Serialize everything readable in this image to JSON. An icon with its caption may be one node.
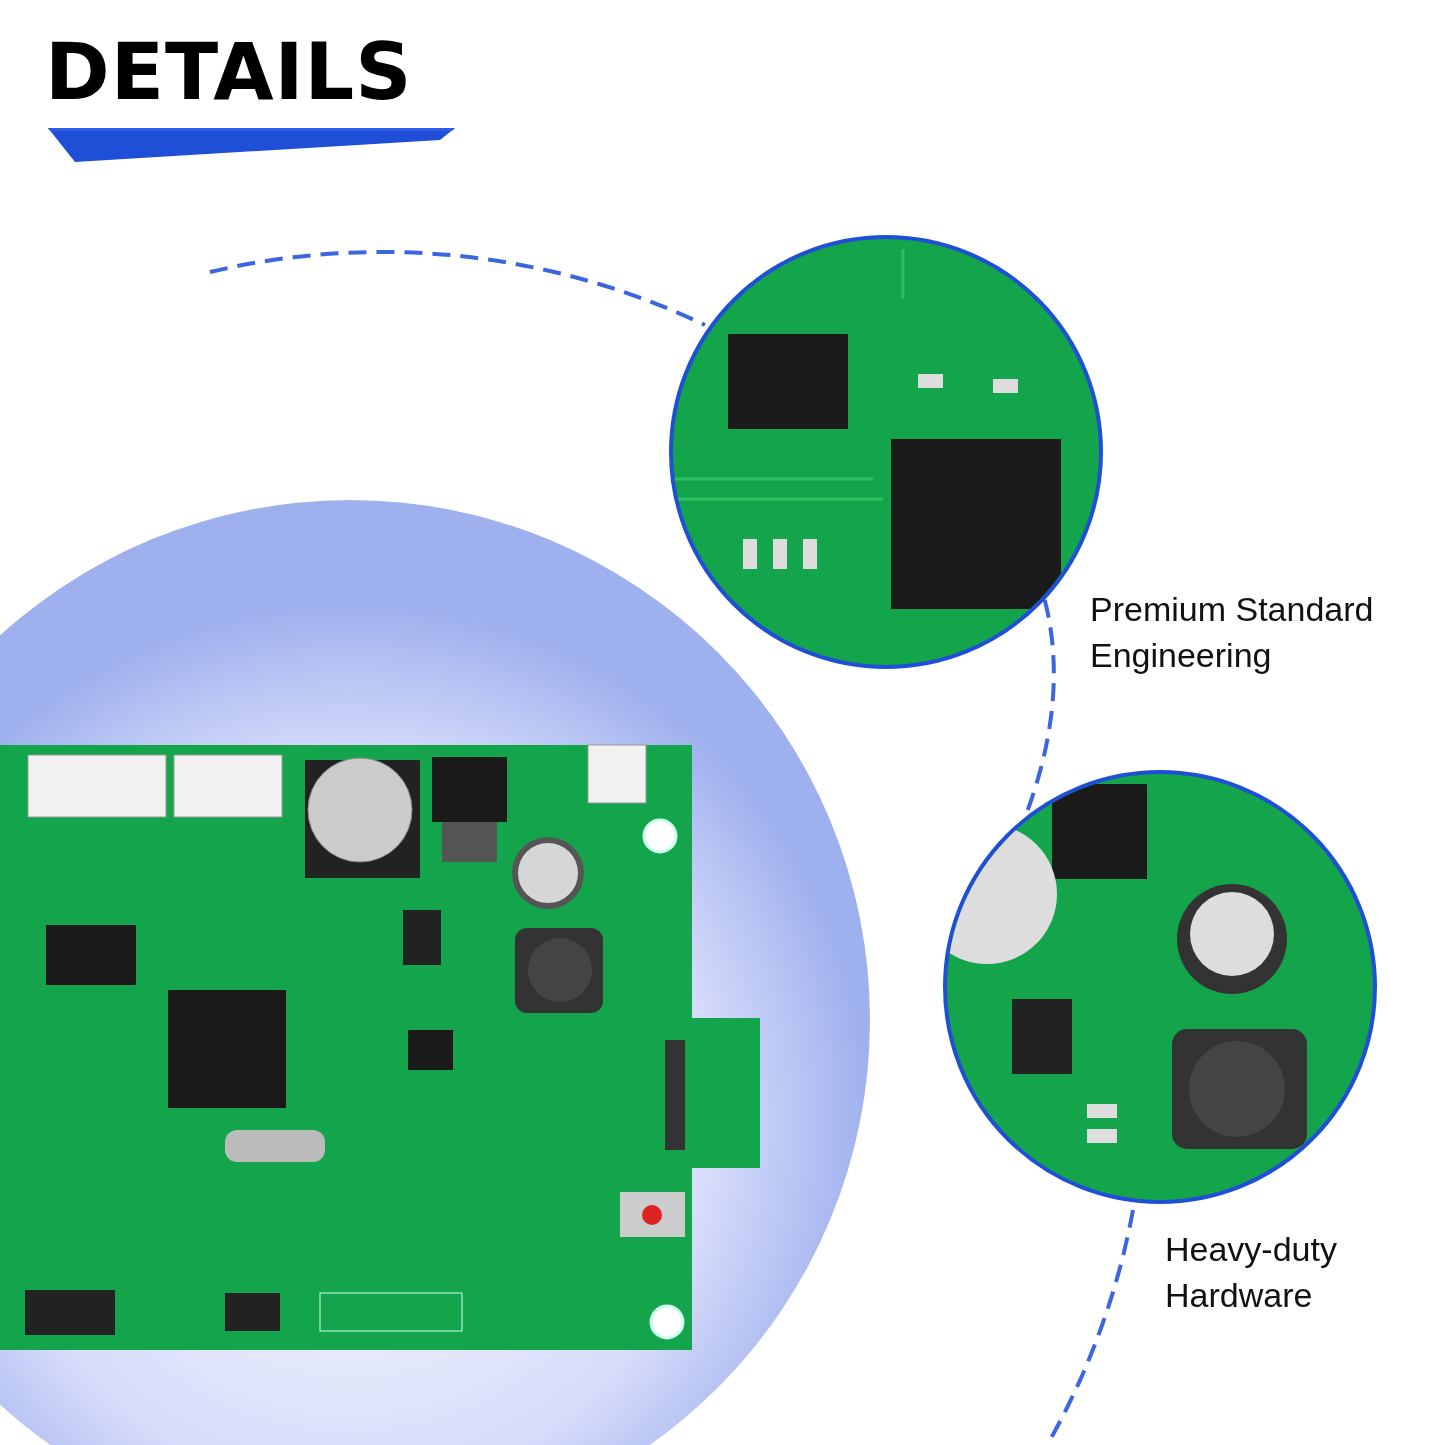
{
  "diagram": {
    "title": "DETAILS",
    "nodes": [
      {
        "text": [],
        "shape": "picture",
        "beside": [
          "Premium Standard Engineering"
        ]
      },
      {
        "text": [],
        "shape": "picture",
        "beside": [
          "Heavy-duty Hardware"
        ]
      }
    ],
    "edges": [
      {
        "from": 0,
        "to": 1,
        "arrow": "none",
        "style": "dashed"
      }
    ]
  }
}
